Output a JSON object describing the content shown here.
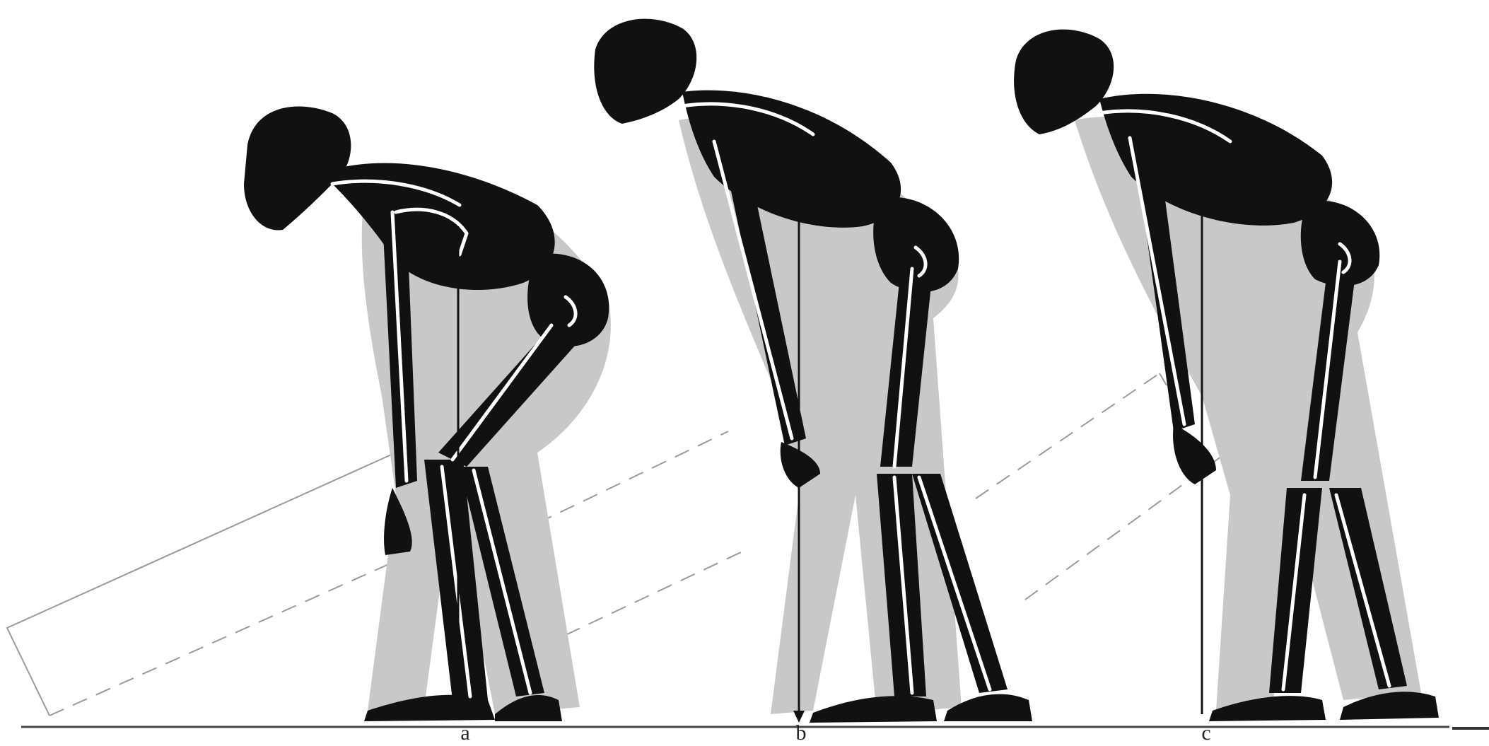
{
  "figures": [
    {
      "id": "a",
      "label": "a"
    },
    {
      "id": "b",
      "label": "b"
    },
    {
      "id": "c",
      "label": "c"
    }
  ],
  "colors": {
    "silhouette": "#111111",
    "shadow": "#c8c8c8",
    "bone_gap": "#ffffff",
    "guide_line": "#999999",
    "ground": "#444444"
  }
}
